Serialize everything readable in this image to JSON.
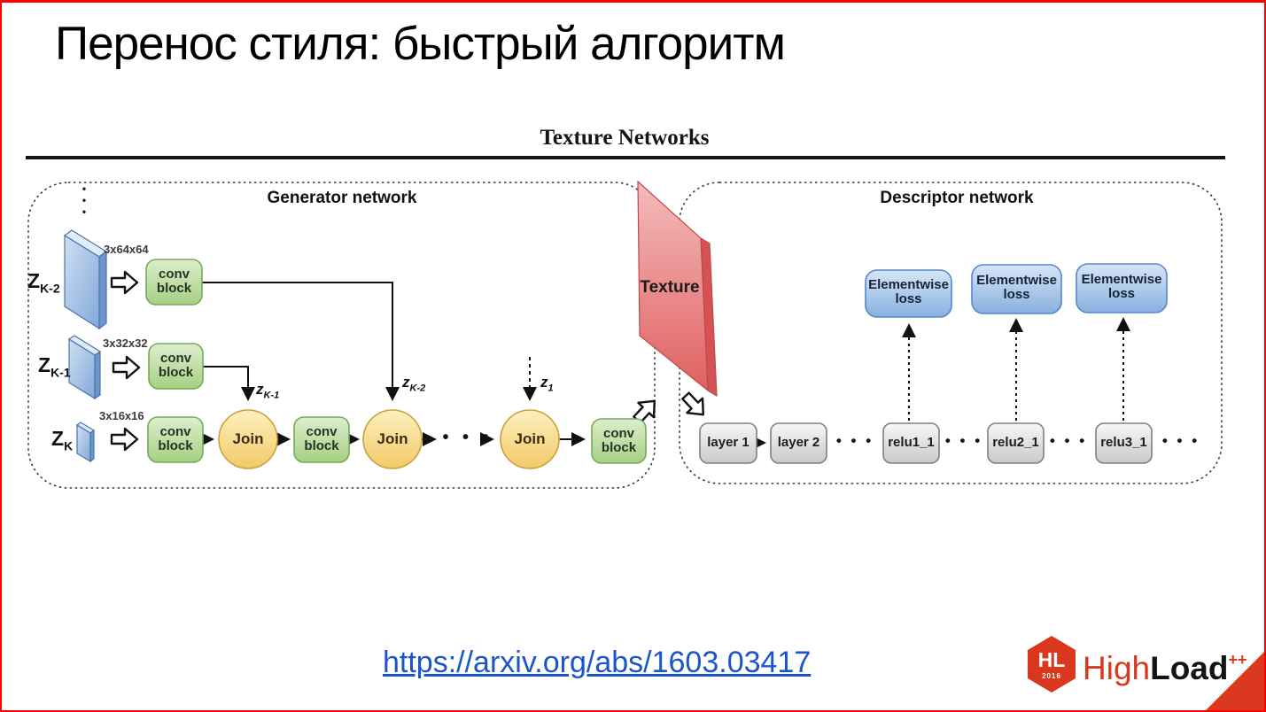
{
  "slide": {
    "title": "Перенос стиля: быстрый алгоритм",
    "link": "https://arxiv.org/abs/1603.03417"
  },
  "figure": {
    "heading": "Texture Networks",
    "generator": {
      "label": "Generator network",
      "vertical_dots": "•\n•\n•",
      "inputs": [
        {
          "base": "Z",
          "sub": "K-2",
          "size": "3x64x64"
        },
        {
          "base": "Z",
          "sub": "K-1",
          "size": "3x32x32"
        },
        {
          "base": "Z",
          "sub": "K",
          "size": "3x16x16"
        }
      ],
      "conv_block": "conv\nblock",
      "join": "Join",
      "edge_labels": [
        {
          "base": "z",
          "sub": "K-1"
        },
        {
          "base": "z",
          "sub": "K-2"
        },
        {
          "base": "z",
          "sub": "1"
        }
      ],
      "ellipsis": "• • •"
    },
    "texture": {
      "label": "Texture"
    },
    "descriptor": {
      "label": "Descriptor network",
      "loss": "Elementwise\nloss",
      "layers": [
        "layer 1",
        "layer 2",
        "relu1_1",
        "relu2_1",
        "relu3_1"
      ],
      "ellipsis": "• • •"
    }
  },
  "logo": {
    "hex_initials": "HL",
    "hex_year": "2016",
    "word_high": "High",
    "word_load": "Load",
    "plusplus": "++"
  },
  "colors": {
    "frame_red": "#ff0000",
    "accent_red": "#d9381f",
    "link_blue": "#1a56c9",
    "conv_green": "#a5d083",
    "join_yellow": "#f3c967",
    "input_blue": "#82a8da",
    "texture_red": "#e06060",
    "loss_blue": "#88b0e0",
    "layer_gray": "#cdcdcd"
  }
}
